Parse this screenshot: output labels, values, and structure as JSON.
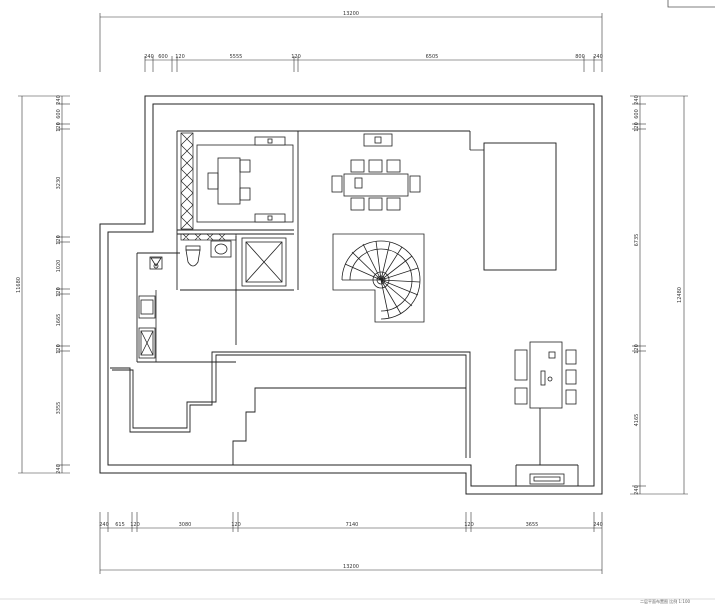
{
  "dimensions": {
    "top_overall": "13200",
    "top_segments": [
      "240",
      "600",
      "120",
      "5555",
      "120",
      "6505",
      "800",
      "240"
    ],
    "bottom_overall": "13200",
    "bottom_segments": [
      "240",
      "615",
      "120",
      "3080",
      "120",
      "7140",
      "120",
      "3655",
      "240"
    ],
    "left_overall": "11680",
    "left_segments": [
      "240",
      "600",
      "120",
      "3230",
      "120",
      "1020",
      "120",
      "1665",
      "120",
      "3355",
      "240"
    ],
    "right_overall": "12480",
    "right_segments": [
      "240",
      "600",
      "120",
      "6735",
      "120",
      "4165",
      "240"
    ]
  },
  "footer_note": "二层平面布置图 比例 1:100"
}
